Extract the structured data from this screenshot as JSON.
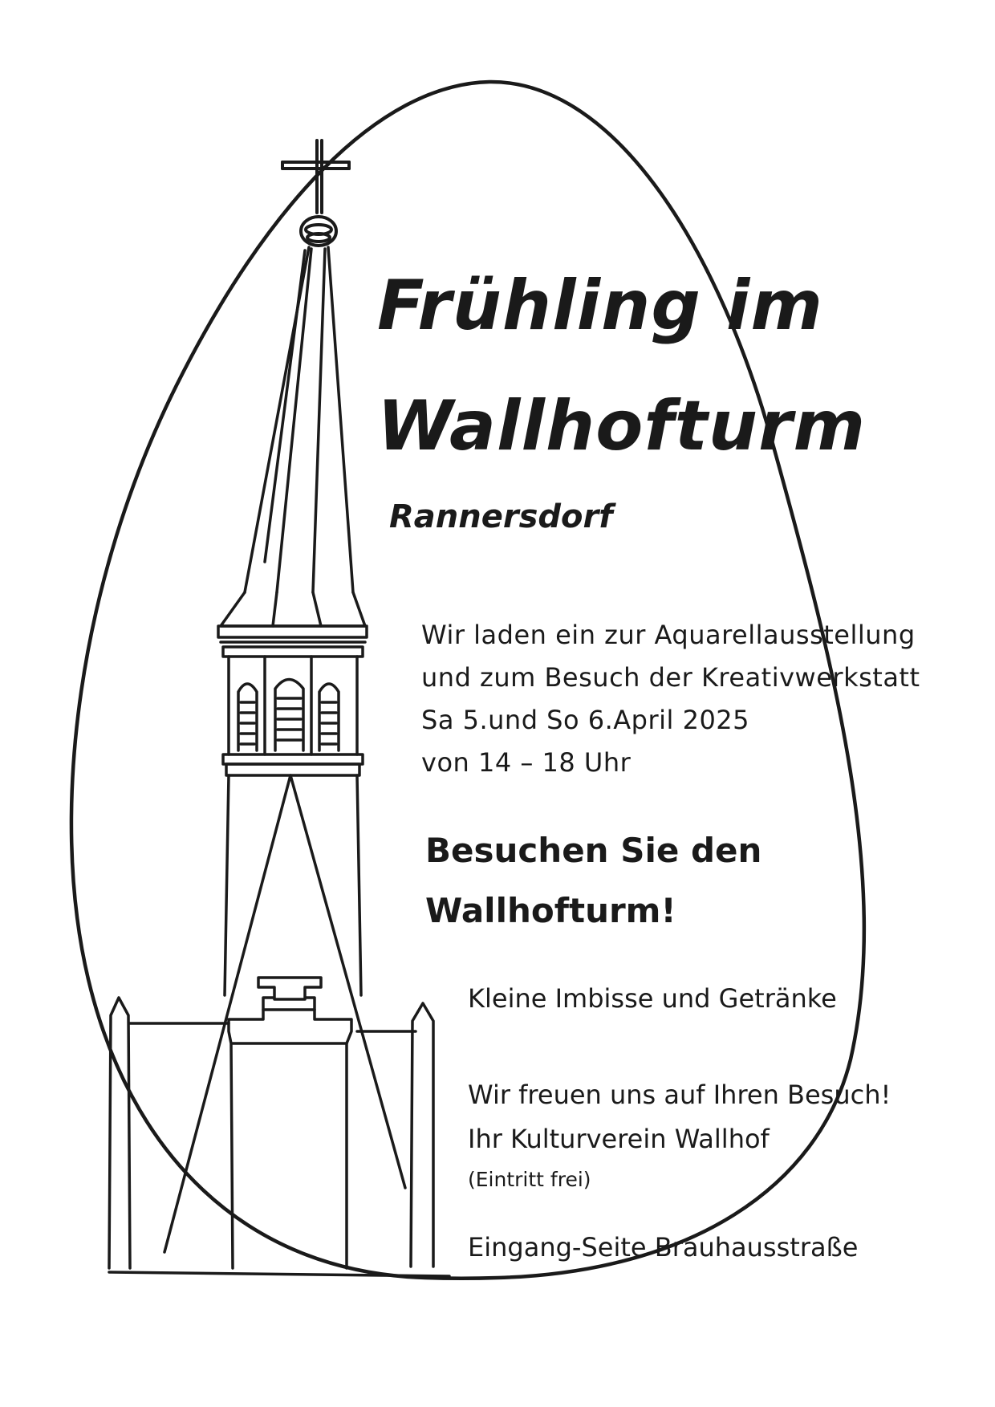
{
  "poster": {
    "title_line1": "Frühling im",
    "title_line2": "Wallhofturm",
    "subtitle": "Rannersdorf",
    "invitation": [
      "Wir laden ein zur Aquarellausstellung",
      "und zum Besuch der Kreativwerkstatt",
      "Sa 5.und So 6.April 2025",
      "von 14 – 18 Uhr"
    ],
    "visit_line1": "Besuchen Sie den",
    "visit_line2": "Wallhofturm!",
    "refreshments": "Kleine Imbisse und Getränke",
    "greeting_line1": "Wir freuen uns auf Ihren Besuch!",
    "greeting_line2": "Ihr Kulturverein Wallhof",
    "admission": "(Eintritt frei)",
    "entrance": "Eingang-Seite Brauhausstraße"
  },
  "colors": {
    "ink": "#1a1a1a",
    "paper": "#ffffff"
  },
  "illustration": {
    "egg_outline": "egg-outline-shape",
    "tower_drawing": "church-tower-drawing",
    "cross_icon": "cross-icon"
  }
}
